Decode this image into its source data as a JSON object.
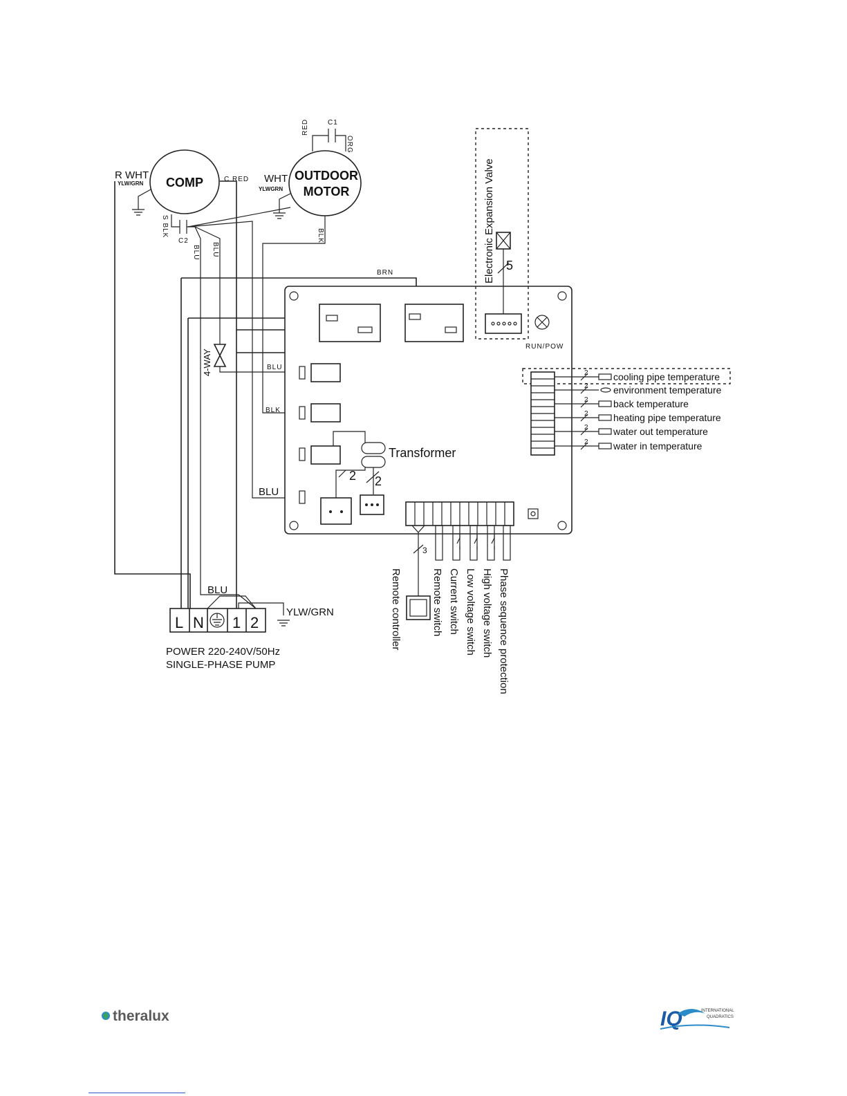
{
  "diagram": {
    "components": {
      "compressor": "COMP",
      "motor_line1": "OUTDOOR",
      "motor_line2": "MOTOR",
      "capacitor_c1": "C1",
      "capacitor_c2": "C2",
      "four_way": "4-WAY",
      "transformer": "Transformer",
      "eev": "Electronic Expansion Valve",
      "run_pow": "RUN/POW"
    },
    "wire_labels": {
      "r_wht": "R WHT",
      "ylw_grn_small": "YLW/GRN",
      "c_red": "C RED",
      "s_blk": "S BLK",
      "blu": "BLU",
      "wht": "WHT",
      "ylwgrn_motor": "YLWGRN",
      "red": "RED",
      "org": "ORG",
      "blk": "BLK",
      "brn": "BRN",
      "ylw_grn": "YLW/GRN",
      "count_5": "5",
      "count_3": "3",
      "count_2": "2"
    },
    "terminals": [
      "L",
      "N",
      "1",
      "2"
    ],
    "power_line1": "POWER 220-240V/50Hz",
    "power_line2": "SINGLE-PHASE PUMP",
    "sensors": [
      "cooling pipe temperature",
      "environment temperature",
      "back temperature",
      "heating pipe temperature",
      "water out temperature",
      "water in temperature"
    ],
    "switches": [
      "Remote controller",
      "Remote switch",
      "Current switch",
      "Low voltage switch",
      "High voltage switch",
      "Phase sequence protection"
    ]
  },
  "logos": {
    "left": "theralux",
    "right_line1": "INTERNATIONAL",
    "right_line2": "QUADRATICS"
  }
}
